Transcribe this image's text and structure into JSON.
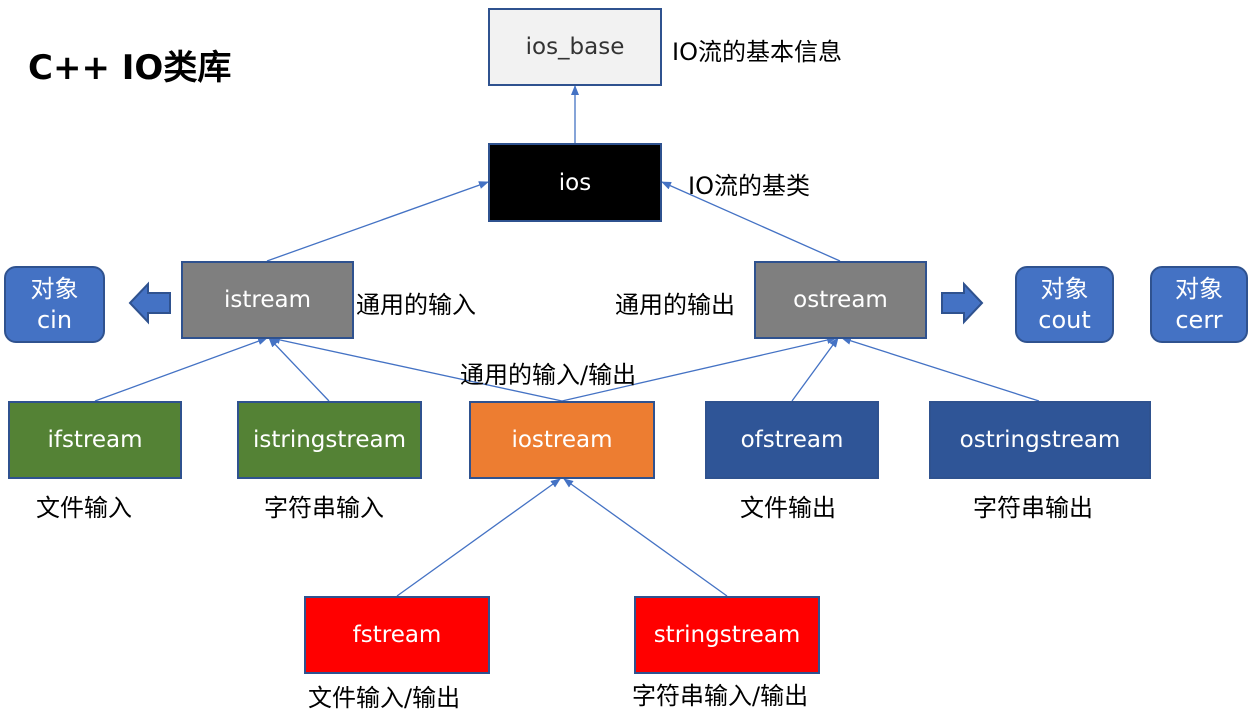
{
  "title": "C++ IO类库",
  "nodes": {
    "ios_base": "ios_base",
    "ios": "ios",
    "istream": "istream",
    "ostream": "ostream",
    "ifstream": "ifstream",
    "istringstream": "istringstream",
    "iostream": "iostream",
    "ofstream": "ofstream",
    "ostringstream": "ostringstream",
    "fstream": "fstream",
    "stringstream": "stringstream"
  },
  "objects": {
    "cin": {
      "line1": "对象",
      "line2": "cin"
    },
    "cout": {
      "line1": "对象",
      "line2": "cout"
    },
    "cerr": {
      "line1": "对象",
      "line2": "cerr"
    }
  },
  "labels": {
    "ios_base": "IO流的基本信息",
    "ios": "IO流的基类",
    "istream": "通用的输入",
    "ostream": "通用的输出",
    "iostream": "通用的输入/输出",
    "ifstream": "文件输入",
    "istringstream": "字符串输入",
    "ofstream": "文件输出",
    "ostringstream": "字符串输出",
    "fstream": "文件输入/输出",
    "stringstream": "字符串输入/输出"
  },
  "colors": {
    "connector": "#4472c4",
    "ios_base": "#f2f2f2",
    "ios": "#000000",
    "istream_ostream": "#7f7f7f",
    "input_classes": "#548235",
    "iostream": "#ed7d31",
    "output_classes": "#2f5597",
    "combined_classes": "#ff0000",
    "objects": "#4472c4"
  }
}
